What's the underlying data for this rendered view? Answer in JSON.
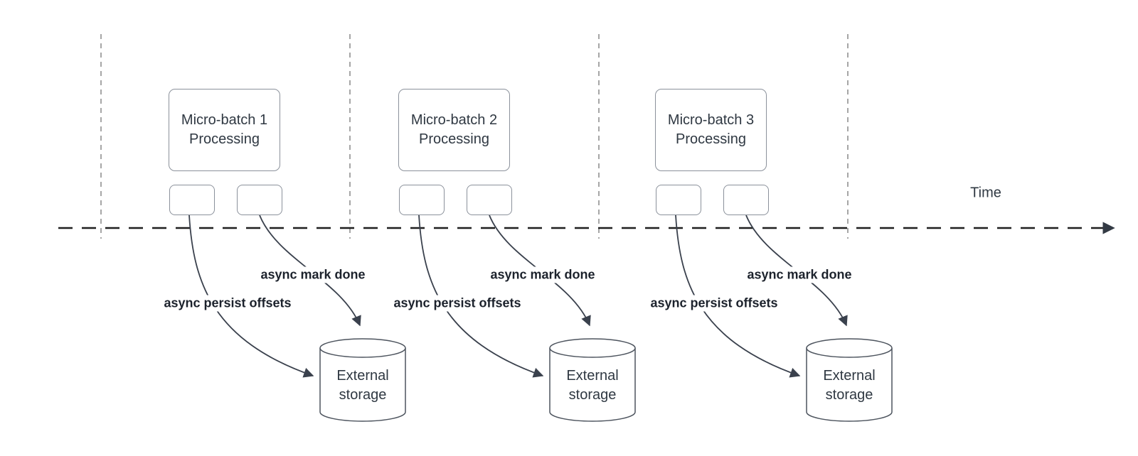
{
  "diagram": {
    "time_label": "Time",
    "batches": [
      {
        "title_lines": [
          "Micro-batch 1",
          "Processing"
        ],
        "persist_label": "async persist offsets",
        "mark_done_label": "async mark done",
        "storage_lines": [
          "External",
          "storage"
        ]
      },
      {
        "title_lines": [
          "Micro-batch 2",
          "Processing"
        ],
        "persist_label": "async persist offsets",
        "mark_done_label": "async mark done",
        "storage_lines": [
          "External",
          "storage"
        ]
      },
      {
        "title_lines": [
          "Micro-batch 3",
          "Processing"
        ],
        "persist_label": "async persist offsets",
        "mark_done_label": "async mark done",
        "storage_lines": [
          "External",
          "storage"
        ]
      }
    ],
    "colors": {
      "background": "#ffffff",
      "node_border": "#8b919b",
      "node_text": "#2f3842",
      "edge_label_text": "#1c222c",
      "arrow_stroke": "#3a414d",
      "cylinder_stroke": "#4d545e",
      "guide_line": "#a6a6a6",
      "timeline": "#1f1f1f"
    }
  }
}
